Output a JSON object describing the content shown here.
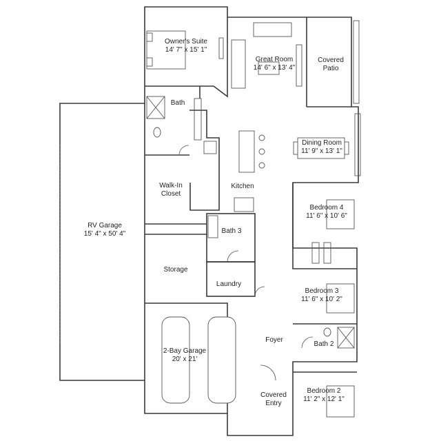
{
  "rooms": {
    "owners_suite": {
      "name": "Owner's Suite",
      "dims": "14' 7\" x 15' 1\""
    },
    "great_room": {
      "name": "Great Room",
      "dims": "14' 6\" x 13' 4\""
    },
    "covered_patio": {
      "line1": "Covered",
      "line2": "Patio"
    },
    "bath": {
      "name": "Bath"
    },
    "dining_room": {
      "name": "Dining Room",
      "dims": "11' 9\" x 13' 1\""
    },
    "walk_in_closet": {
      "line1": "Walk-In",
      "line2": "Closet"
    },
    "kitchen": {
      "name": "Kitchen"
    },
    "rv_garage": {
      "name": "RV Garage",
      "dims": "15' 4\" x 50' 4\""
    },
    "bedroom_4": {
      "name": "Bedroom 4",
      "dims": "11' 6\" x 10' 6\""
    },
    "bath_3": {
      "name": "Bath 3"
    },
    "storage": {
      "name": "Storage"
    },
    "laundry": {
      "name": "Laundry"
    },
    "bedroom_3": {
      "name": "Bedroom 3",
      "dims": "11' 6\" x 10' 2\""
    },
    "foyer": {
      "name": "Foyer"
    },
    "bath_2": {
      "name": "Bath 2"
    },
    "garage_2bay": {
      "name": "2-Bay Garage",
      "dims": "20' x 21'"
    },
    "covered_entry": {
      "line1": "Covered",
      "line2": "Entry"
    },
    "bedroom_2": {
      "name": "Bedroom 2",
      "dims": "11' 2\" x 12' 1\""
    }
  }
}
